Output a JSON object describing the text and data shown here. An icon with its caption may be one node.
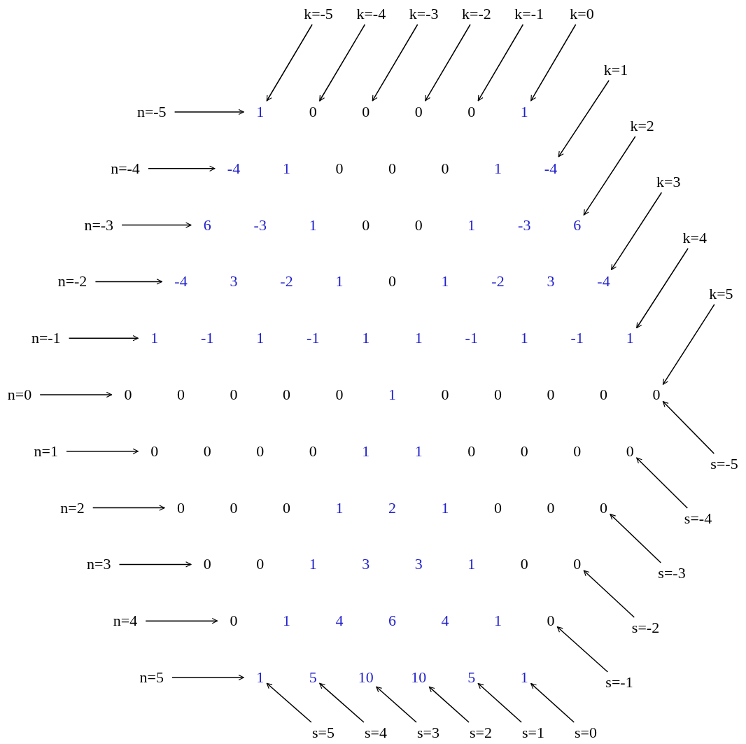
{
  "diagram": {
    "nodes": [
      {
        "text": [
          "k=-5"
        ]
      },
      {
        "text": [
          "k=-4"
        ]
      },
      {
        "text": [
          "k=-3"
        ]
      },
      {
        "text": [
          "k=-2"
        ]
      },
      {
        "text": [
          "k=-1"
        ]
      },
      {
        "text": [
          "k=0"
        ]
      },
      {
        "text": [
          "k=1"
        ]
      },
      {
        "text": [
          "k=2"
        ]
      },
      {
        "text": [
          "k=3"
        ]
      },
      {
        "text": [
          "k=4"
        ]
      },
      {
        "text": [
          "k=5"
        ]
      },
      {
        "text": [
          "n=-5"
        ]
      },
      {
        "text": [
          "1"
        ]
      },
      {
        "text": [
          "0"
        ]
      },
      {
        "text": [
          "0"
        ]
      },
      {
        "text": [
          "0"
        ]
      },
      {
        "text": [
          "0"
        ]
      },
      {
        "text": [
          "1"
        ]
      },
      {
        "text": [
          "n=-4"
        ]
      },
      {
        "text": [
          "-4"
        ]
      },
      {
        "text": [
          "1"
        ]
      },
      {
        "text": [
          "0"
        ]
      },
      {
        "text": [
          "0"
        ]
      },
      {
        "text": [
          "0"
        ]
      },
      {
        "text": [
          "1"
        ]
      },
      {
        "text": [
          "-4"
        ]
      },
      {
        "text": [
          "n=-3"
        ]
      },
      {
        "text": [
          "6"
        ]
      },
      {
        "text": [
          "-3"
        ]
      },
      {
        "text": [
          "1"
        ]
      },
      {
        "text": [
          "0"
        ]
      },
      {
        "text": [
          "0"
        ]
      },
      {
        "text": [
          "1"
        ]
      },
      {
        "text": [
          "-3"
        ]
      },
      {
        "text": [
          "6"
        ]
      },
      {
        "text": [
          "n=-2"
        ]
      },
      {
        "text": [
          "-4"
        ]
      },
      {
        "text": [
          "3"
        ]
      },
      {
        "text": [
          "-2"
        ]
      },
      {
        "text": [
          "1"
        ]
      },
      {
        "text": [
          "0"
        ]
      },
      {
        "text": [
          "1"
        ]
      },
      {
        "text": [
          "-2"
        ]
      },
      {
        "text": [
          "3"
        ]
      },
      {
        "text": [
          "-4"
        ]
      },
      {
        "text": [
          "n=-1"
        ]
      },
      {
        "text": [
          "1"
        ]
      },
      {
        "text": [
          "-1"
        ]
      },
      {
        "text": [
          "1"
        ]
      },
      {
        "text": [
          "-1"
        ]
      },
      {
        "text": [
          "1"
        ]
      },
      {
        "text": [
          "1"
        ]
      },
      {
        "text": [
          "-1"
        ]
      },
      {
        "text": [
          "1"
        ]
      },
      {
        "text": [
          "-1"
        ]
      },
      {
        "text": [
          "1"
        ]
      },
      {
        "text": [
          "n=0"
        ]
      },
      {
        "text": [
          "0"
        ]
      },
      {
        "text": [
          "0"
        ]
      },
      {
        "text": [
          "0"
        ]
      },
      {
        "text": [
          "0"
        ]
      },
      {
        "text": [
          "0"
        ]
      },
      {
        "text": [
          "1"
        ]
      },
      {
        "text": [
          "0"
        ]
      },
      {
        "text": [
          "0"
        ]
      },
      {
        "text": [
          "0"
        ]
      },
      {
        "text": [
          "0"
        ]
      },
      {
        "text": [
          "0"
        ]
      },
      {
        "text": [
          "n=1"
        ]
      },
      {
        "text": [
          "0"
        ]
      },
      {
        "text": [
          "0"
        ]
      },
      {
        "text": [
          "0"
        ]
      },
      {
        "text": [
          "0"
        ]
      },
      {
        "text": [
          "1"
        ]
      },
      {
        "text": [
          "1"
        ]
      },
      {
        "text": [
          "0"
        ]
      },
      {
        "text": [
          "0"
        ]
      },
      {
        "text": [
          "0"
        ]
      },
      {
        "text": [
          "0"
        ]
      },
      {
        "text": [
          "n=2"
        ]
      },
      {
        "text": [
          "0"
        ]
      },
      {
        "text": [
          "0"
        ]
      },
      {
        "text": [
          "0"
        ]
      },
      {
        "text": [
          "1"
        ]
      },
      {
        "text": [
          "2"
        ]
      },
      {
        "text": [
          "1"
        ]
      },
      {
        "text": [
          "0"
        ]
      },
      {
        "text": [
          "0"
        ]
      },
      {
        "text": [
          "0"
        ]
      },
      {
        "text": [
          "n=3"
        ]
      },
      {
        "text": [
          "0"
        ]
      },
      {
        "text": [
          "0"
        ]
      },
      {
        "text": [
          "1"
        ]
      },
      {
        "text": [
          "3"
        ]
      },
      {
        "text": [
          "3"
        ]
      },
      {
        "text": [
          "1"
        ]
      },
      {
        "text": [
          "0"
        ]
      },
      {
        "text": [
          "0"
        ]
      },
      {
        "text": [
          "n=4"
        ]
      },
      {
        "text": [
          "0"
        ]
      },
      {
        "text": [
          "1"
        ]
      },
      {
        "text": [
          "4"
        ]
      },
      {
        "text": [
          "6"
        ]
      },
      {
        "text": [
          "4"
        ]
      },
      {
        "text": [
          "1"
        ]
      },
      {
        "text": [
          "0"
        ]
      },
      {
        "text": [
          "n=5"
        ]
      },
      {
        "text": [
          "1"
        ]
      },
      {
        "text": [
          "5"
        ]
      },
      {
        "text": [
          "10"
        ]
      },
      {
        "text": [
          "10"
        ]
      },
      {
        "text": [
          "5"
        ]
      },
      {
        "text": [
          "1"
        ]
      },
      {
        "text": [
          "s=5"
        ]
      },
      {
        "text": [
          "s=4"
        ]
      },
      {
        "text": [
          "s=3"
        ]
      },
      {
        "text": [
          "s=2"
        ]
      },
      {
        "text": [
          "s=1"
        ]
      },
      {
        "text": [
          "s=0"
        ]
      },
      {
        "text": [
          "s=-1"
        ]
      },
      {
        "text": [
          "s=-2"
        ]
      },
      {
        "text": [
          "s=-3"
        ]
      },
      {
        "text": [
          "s=-4"
        ]
      },
      {
        "text": [
          "s=-5"
        ]
      }
    ],
    "edges": [
      {
        "from": 11,
        "to": 12,
        "arrow": "to"
      },
      {
        "from": 18,
        "to": 19,
        "arrow": "to"
      },
      {
        "from": 26,
        "to": 27,
        "arrow": "to"
      },
      {
        "from": 35,
        "to": 36,
        "arrow": "to"
      },
      {
        "from": 45,
        "to": 46,
        "arrow": "to"
      },
      {
        "from": 56,
        "to": 57,
        "arrow": "to"
      },
      {
        "from": 68,
        "to": 69,
        "arrow": "to"
      },
      {
        "from": 79,
        "to": 80,
        "arrow": "to"
      },
      {
        "from": 89,
        "to": 90,
        "arrow": "to"
      },
      {
        "from": 98,
        "to": 99,
        "arrow": "to"
      },
      {
        "from": 106,
        "to": 107,
        "arrow": "to"
      },
      {
        "from": 0,
        "to": 12,
        "arrow": "to"
      },
      {
        "from": 1,
        "to": 13,
        "arrow": "to"
      },
      {
        "from": 2,
        "to": 14,
        "arrow": "to"
      },
      {
        "from": 3,
        "to": 15,
        "arrow": "to"
      },
      {
        "from": 4,
        "to": 16,
        "arrow": "to"
      },
      {
        "from": 5,
        "to": 17,
        "arrow": "to"
      },
      {
        "from": 6,
        "to": 25,
        "arrow": "to"
      },
      {
        "from": 7,
        "to": 34,
        "arrow": "to"
      },
      {
        "from": 8,
        "to": 44,
        "arrow": "to"
      },
      {
        "from": 9,
        "to": 55,
        "arrow": "to"
      },
      {
        "from": 10,
        "to": 67,
        "arrow": "to"
      },
      {
        "from": 113,
        "to": 107,
        "arrow": "to"
      },
      {
        "from": 114,
        "to": 108,
        "arrow": "to"
      },
      {
        "from": 115,
        "to": 109,
        "arrow": "to"
      },
      {
        "from": 116,
        "to": 110,
        "arrow": "to"
      },
      {
        "from": 117,
        "to": 111,
        "arrow": "to"
      },
      {
        "from": 118,
        "to": 112,
        "arrow": "to"
      },
      {
        "from": 119,
        "to": 105,
        "arrow": "to"
      },
      {
        "from": 120,
        "to": 97,
        "arrow": "to"
      },
      {
        "from": 121,
        "to": 88,
        "arrow": "to"
      },
      {
        "from": 122,
        "to": 78,
        "arrow": "to"
      },
      {
        "from": 123,
        "to": 67,
        "arrow": "to"
      }
    ]
  }
}
